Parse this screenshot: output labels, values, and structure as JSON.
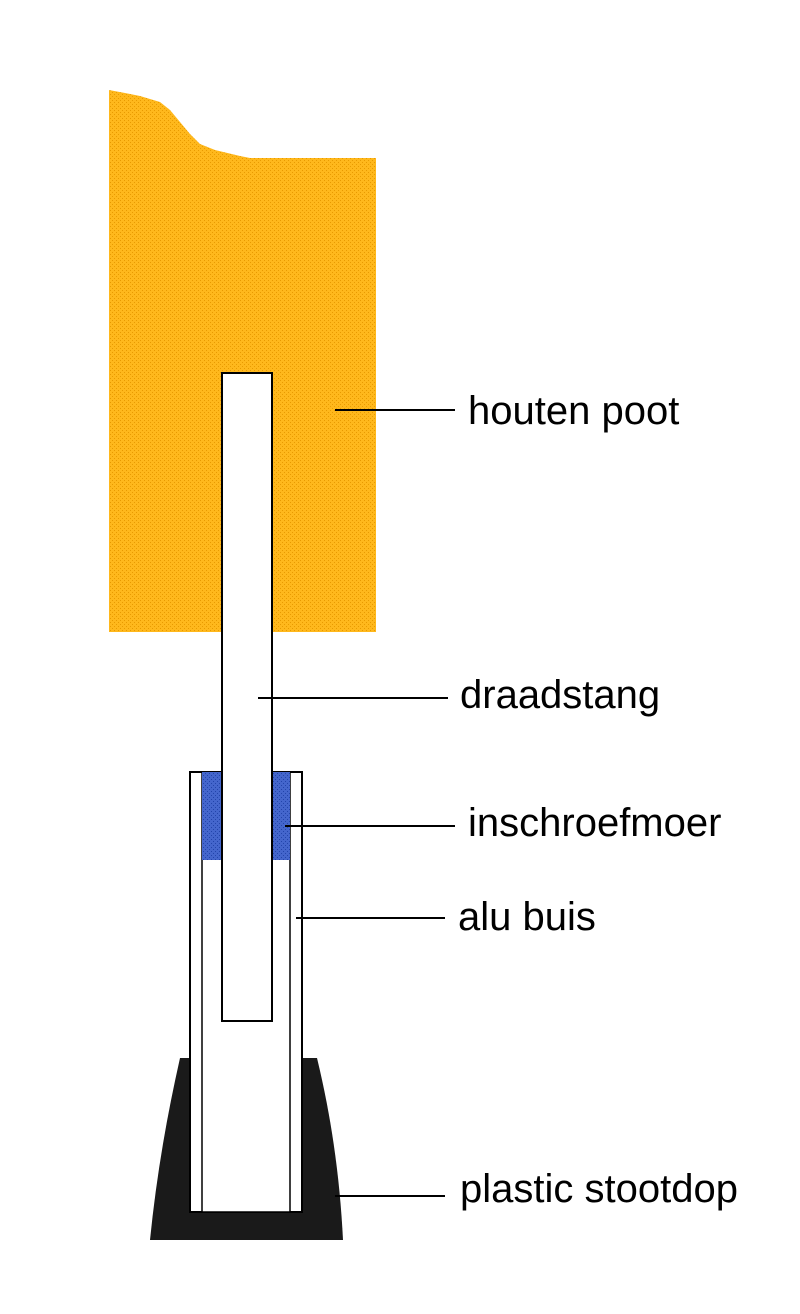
{
  "labels": {
    "houten_poot": "houten poot",
    "draadstang": "draadstang",
    "inschroefmoer": "inschroefmoer",
    "alu_buis": "alu buis",
    "plastic_stootdop": "plastic stootdop"
  },
  "colors": {
    "wood": "#FFB81C",
    "wood_dots": "#E89A00",
    "nut": "#4466CC",
    "nut_dots": "#2244AA",
    "cap": "#1A1A1A",
    "line": "#000000",
    "background": "#FFFFFF"
  }
}
